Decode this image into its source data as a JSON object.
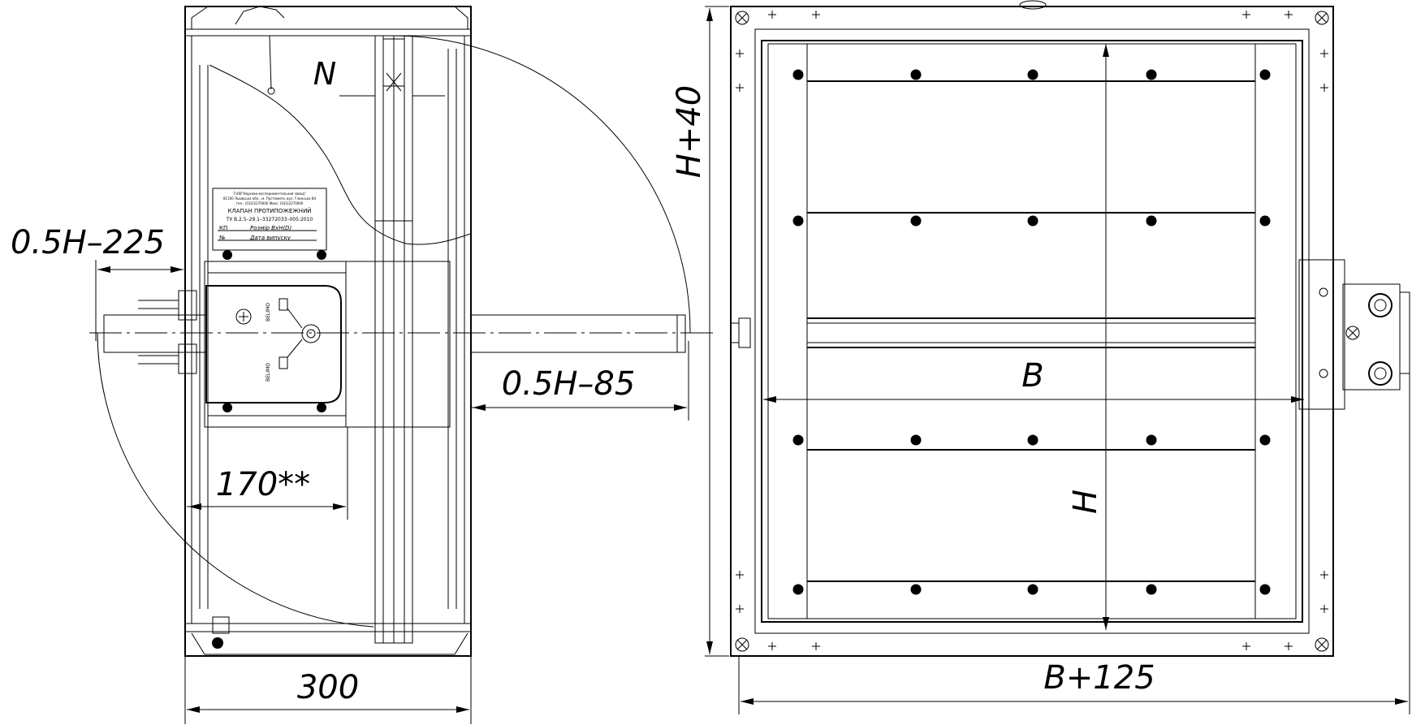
{
  "side_view": {
    "dimensions": {
      "half_h_minus_225": "0.5H–225",
      "half_h_minus_85": "0.5H–85",
      "dim_170": "170**",
      "depth_300": "300",
      "n_label": "N"
    },
    "nameplate": {
      "manufacturer_line": "ТзОВ\"Науково-експериментальний завод\"",
      "address_line": "81100 Львівська обл., м. Пустомити, вул. Глинська 84",
      "phone_line": "тел.: (032)2270000 Факс: (032)2270000",
      "title": "КЛАПАН  ПРОТИПОЖЕЖНИЙ",
      "spec": "ТУ В.2.5–29.1–33272033–005:2010",
      "row1_left": "КП",
      "row1_right": "Розмір ВхН(D)",
      "row2_left": "№",
      "row2_right": "Дата випуску"
    },
    "actuator": {
      "label_top": "BELIMO",
      "label_bottom": "BELIMO"
    }
  },
  "front_view": {
    "dimensions": {
      "h_plus_40": "H+40",
      "b": "B",
      "h": "H",
      "b_plus_125": "B+125"
    }
  }
}
